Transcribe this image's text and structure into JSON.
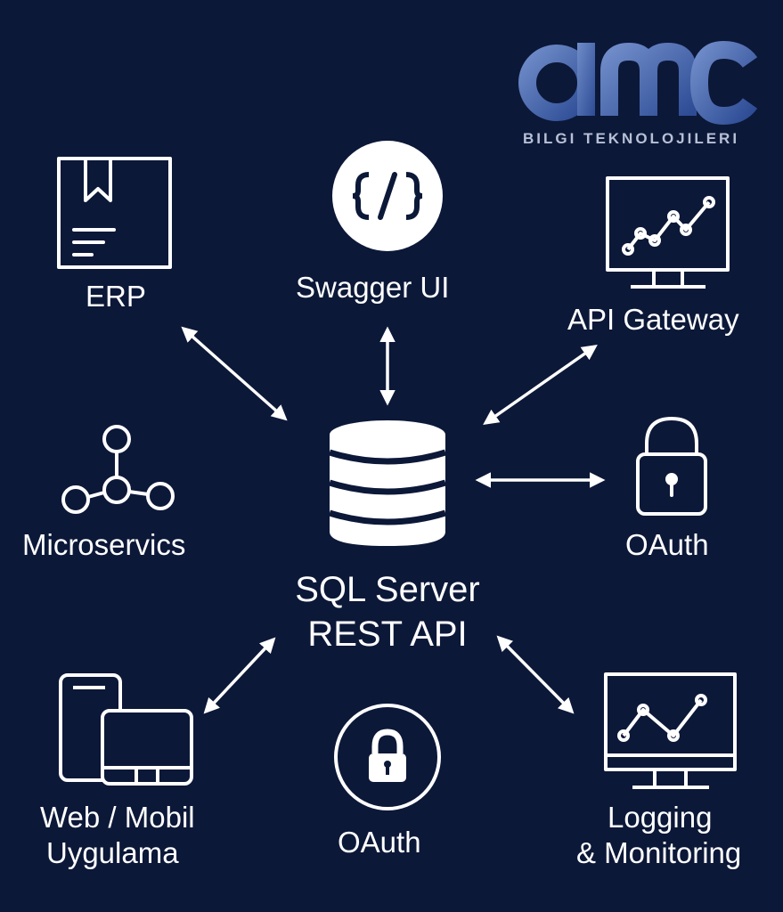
{
  "logo": {
    "wordmark": "dMC",
    "subtitle": "BILGI TEKNOLOJILERI",
    "colors": {
      "primary": "#3b5fae",
      "secondary": "#6f8bc8"
    }
  },
  "center": {
    "line1": "SQL Server",
    "line2": "REST API",
    "icon": "database-icon"
  },
  "nodes": {
    "erp": {
      "label": "ERP",
      "icon": "package-box-icon"
    },
    "swagger": {
      "label": "Swagger UI",
      "icon": "code-brackets-icon"
    },
    "gateway": {
      "label": "API Gateway",
      "icon": "monitor-chart-icon"
    },
    "microservices": {
      "label": "Microservics",
      "icon": "network-nodes-icon"
    },
    "oauth_right": {
      "label": "OAuth",
      "icon": "padlock-icon"
    },
    "web_mobile": {
      "line1": "Web / Mobil",
      "line2": "Uygulama",
      "icon": "devices-icon"
    },
    "oauth_bottom": {
      "label": "OAuth",
      "icon": "lock-circle-icon"
    },
    "logging": {
      "line1": "Logging",
      "line2": "& Monitoring",
      "icon": "monitor-chart-icon"
    }
  },
  "colors": {
    "background": "#0c1838",
    "foreground": "#ffffff"
  }
}
